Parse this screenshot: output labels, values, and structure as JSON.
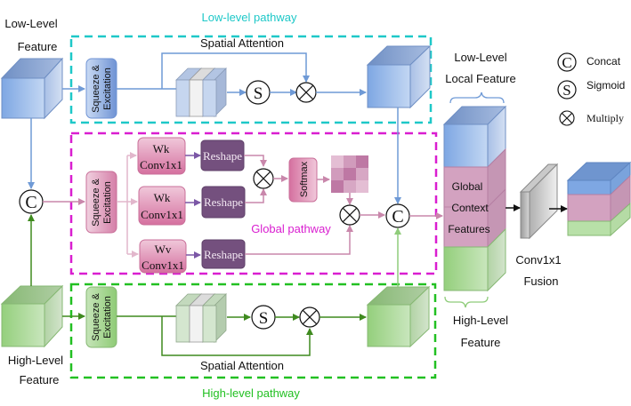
{
  "labels": {
    "low_level_feature_l1": "Low-Level",
    "low_level_feature_l2": "Feature",
    "high_level_feature_l1": "High-Level",
    "high_level_feature_l2": "Feature",
    "low_pathway": "Low-level pathway",
    "global_pathway": "Global pathway",
    "high_pathway": "High-level pathway",
    "spatial_attention_top": "Spatial Attention",
    "spatial_attention_bottom": "Spatial Attention",
    "se_l1": "Squeeze &",
    "se_l2": "Excitation",
    "wk1_l1": "Wk",
    "wk1_l2": "Conv1x1",
    "wk2_l1": "Wk",
    "wk2_l2": "Conv1x1",
    "wv_l1": "Wv",
    "wv_l2": "Conv1x1",
    "reshape": "Reshape",
    "softmax": "Softmax",
    "sigmoid_symbol": "S",
    "concat_symbol": "C",
    "stack_low_l1": "Low-Level",
    "stack_low_l2": "Local Feature",
    "stack_mid_l1": "Global",
    "stack_mid_l2": "Context",
    "stack_mid_l3": "Features",
    "stack_high_l1": "High-Level",
    "stack_high_l2": "Feature",
    "fusion_l1": "Conv1x1",
    "fusion_l2": "Fusion"
  },
  "legend": [
    {
      "symbol": "C",
      "label": "Concat"
    },
    {
      "symbol": "S",
      "label": "Sigmoid"
    },
    {
      "symbol": "×",
      "label": "Multiply"
    }
  ],
  "colors": {
    "low": "#6f9ad6",
    "high": "#3f8a1f",
    "global": "#c987ab",
    "low_box": "#1ec8c8",
    "global_box": "#d91ed0",
    "high_box": "#22c022",
    "purple": "#74507e",
    "pink": "#d77aa6"
  },
  "attention_matrix": [
    [
      0.2,
      0.5,
      0.8
    ],
    [
      0.5,
      0.8,
      0.4
    ],
    [
      0.8,
      0.4,
      0.2
    ]
  ]
}
